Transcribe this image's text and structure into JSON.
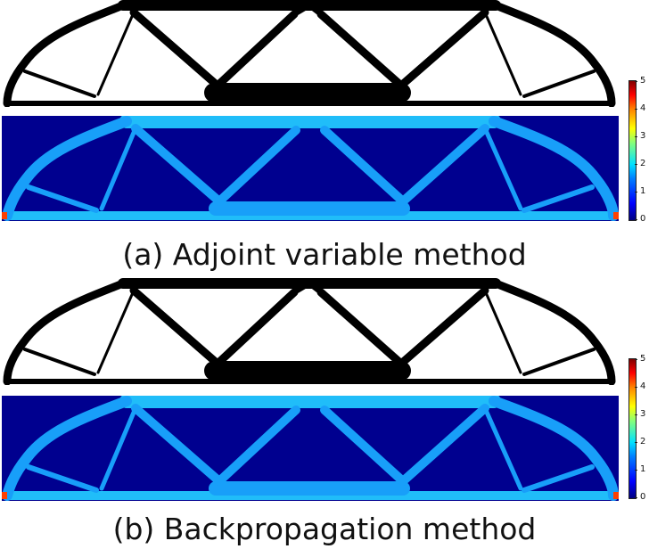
{
  "figure": {
    "panels": [
      {
        "id": "a",
        "caption": "(a) Adjoint variable method",
        "density_image": "Black-and-white optimized truss topology (bridge shape)",
        "stress_image": "Jet-colormap stress field of truss on dark blue background",
        "colorbar": {
          "min": 0,
          "max": 5,
          "ticks": [
            "0",
            "1",
            "2",
            "3",
            "4",
            "5"
          ],
          "colormap": "jet"
        }
      },
      {
        "id": "b",
        "caption": "(b) Backpropagation method",
        "density_image": "Black-and-white optimized truss topology (bridge shape)",
        "stress_image": "Jet-colormap stress field of truss on dark blue background",
        "colorbar": {
          "min": 0,
          "max": 5,
          "ticks": [
            "0",
            "1",
            "2",
            "3",
            "4",
            "5"
          ],
          "colormap": "jet"
        }
      }
    ],
    "colors": {
      "background_blue": "#00008f",
      "structure_cyan": "#1aa8ff",
      "material": "#000000"
    }
  }
}
